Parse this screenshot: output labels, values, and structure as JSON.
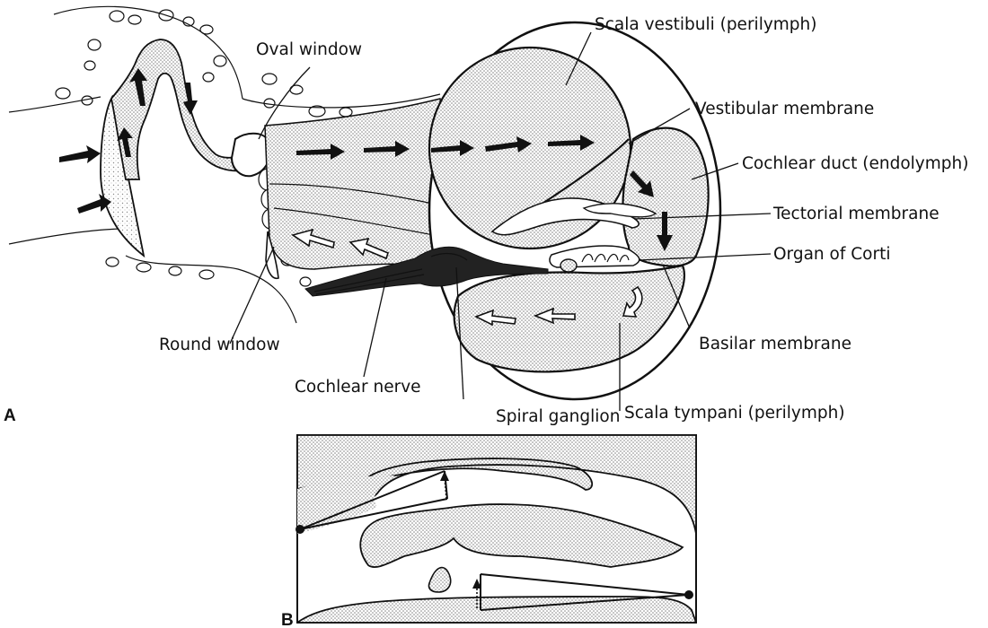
{
  "panels": {
    "a": "A",
    "b": "B"
  },
  "labels": {
    "oval_window": "Oval window",
    "round_window": "Round window",
    "scala_vestibuli": "Scala vestibuli (perilymph)",
    "vestibular_membrane": "Vestibular membrane",
    "cochlear_duct": "Cochlear duct (endolymph)",
    "tectorial_membrane": "Tectorial membrane",
    "organ_of_corti": "Organ of Corti",
    "basilar_membrane": "Basilar membrane",
    "scala_tympani": "Scala tympani (perilymph)",
    "cochlear_nerve": "Cochlear nerve",
    "spiral_ganglion": "Spiral ganglion"
  },
  "colors": {
    "ink": "#111111",
    "stipple": "#9a9a9a",
    "paper": "#ffffff"
  }
}
